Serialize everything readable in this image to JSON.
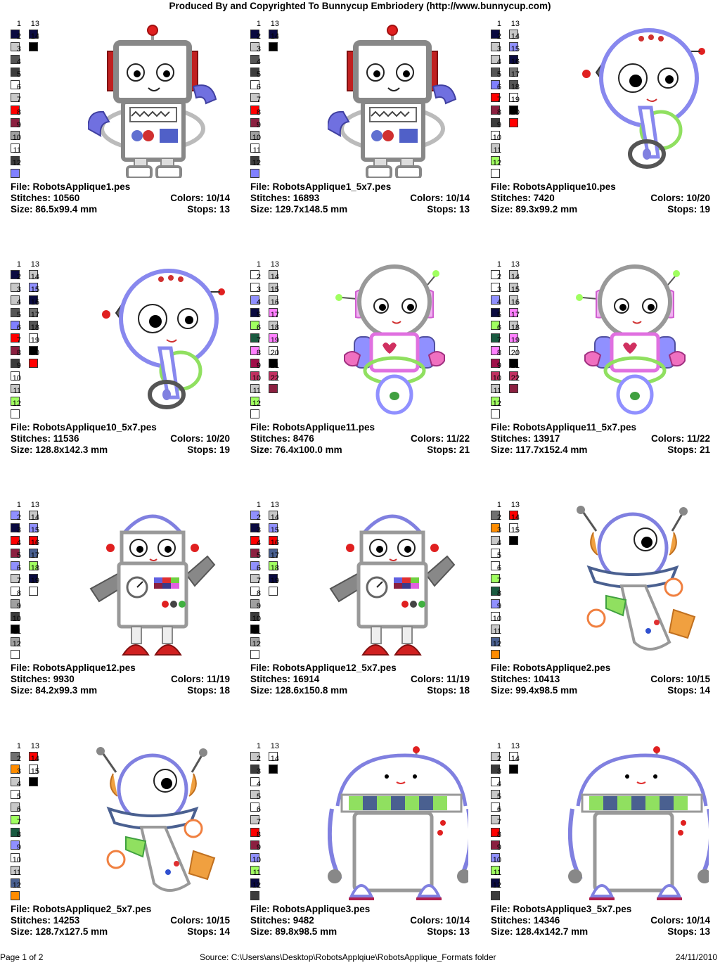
{
  "header": "Produced By and Copyrighted To Bunnycup Embriodery (http://www.bunnycup.com)",
  "footer": {
    "page": "Page 1 of 2",
    "source": "Source: C:\\Users\\ans\\Desktop\\RobotsApplqiue\\RobotsApplique_Formats folder",
    "date": "24/11/2010"
  },
  "labels": {
    "file": "File: ",
    "stitches": "Stitches: ",
    "size": "Size: ",
    "colors": "Colors: ",
    "stops": "Stops: "
  },
  "designs": [
    {
      "file": "RobotsApplique1.pes",
      "stitches": "10560",
      "size": "86.5x99.4 mm",
      "colors": "10/14",
      "stops": "13",
      "robot": "boxbot",
      "palette": [
        "#0a0a40",
        "#c8c8c8",
        "#555555",
        "#3c3c3c",
        "#ffffff",
        "#c8c8c8",
        "#ff0000",
        "#8b2040",
        "#a0a0a0",
        "#ffffff",
        "#3c3c3c",
        "#8080ff",
        "#0a0a40",
        "#000000"
      ]
    },
    {
      "file": "RobotsApplique1_5x7.pes",
      "stitches": "16893",
      "size": "129.7x148.5 mm",
      "colors": "10/14",
      "stops": "13",
      "robot": "boxbot",
      "palette": [
        "#0a0a40",
        "#c8c8c8",
        "#555555",
        "#3c3c3c",
        "#ffffff",
        "#c8c8c8",
        "#ff0000",
        "#8b2040",
        "#a0a0a0",
        "#ffffff",
        "#3c3c3c",
        "#8080ff",
        "#0a0a40",
        "#000000"
      ]
    },
    {
      "file": "RobotsApplique10.pes",
      "stitches": "7420",
      "size": "89.3x99.2 mm",
      "colors": "10/20",
      "stops": "19",
      "robot": "roundbot",
      "palette": [
        "#0a0a40",
        "#c8c8c8",
        "#c8c8c8",
        "#555555",
        "#8080ff",
        "#ff0000",
        "#8b2040",
        "#3c3c3c",
        "#ffffff",
        "#c8c8c8",
        "#a0ff60",
        "#ffffff",
        "#c8c8c8",
        "#9090ff",
        "#0a0a40",
        "#707070",
        "#555555",
        "#ffffff",
        "#000000",
        "#ff0000"
      ]
    },
    {
      "file": "RobotsApplique10_5x7.pes",
      "stitches": "11536",
      "size": "128.8x142.3 mm",
      "colors": "10/20",
      "stops": "19",
      "robot": "roundbot",
      "palette": [
        "#0a0a40",
        "#c8c8c8",
        "#c8c8c8",
        "#555555",
        "#8080ff",
        "#ff0000",
        "#8b2040",
        "#3c3c3c",
        "#ffffff",
        "#c8c8c8",
        "#a0ff60",
        "#ffffff",
        "#c8c8c8",
        "#9090ff",
        "#0a0a40",
        "#707070",
        "#555555",
        "#ffffff",
        "#000000",
        "#ff0000"
      ]
    },
    {
      "file": "RobotsApplique11.pes",
      "stitches": "8476",
      "size": "76.4x100.0 mm",
      "colors": "11/22",
      "stops": "21",
      "robot": "girlbot",
      "palette": [
        "#ffffff",
        "#ffffff",
        "#9090ff",
        "#0a0a40",
        "#a0ff60",
        "#1a5a40",
        "#ff80ff",
        "#a0104a",
        "#c03060",
        "#c8c8c8",
        "#a0ff60",
        "#ffffff",
        "#c8c8c8",
        "#c8c8c8",
        "#c8c8c8",
        "#ff80ff",
        "#c8c8c8",
        "#ff80ff",
        "#ffffff",
        "#000000",
        "#c03060",
        "#8b2040"
      ]
    },
    {
      "file": "RobotsApplique11_5x7.pes",
      "stitches": "13917",
      "size": "117.7x152.4 mm",
      "colors": "11/22",
      "stops": "21",
      "robot": "girlbot",
      "palette": [
        "#ffffff",
        "#ffffff",
        "#9090ff",
        "#0a0a40",
        "#a0ff60",
        "#1a5a40",
        "#ff80ff",
        "#a0104a",
        "#c03060",
        "#c8c8c8",
        "#a0ff60",
        "#ffffff",
        "#c8c8c8",
        "#c8c8c8",
        "#c8c8c8",
        "#ff80ff",
        "#c8c8c8",
        "#ff80ff",
        "#ffffff",
        "#000000",
        "#c03060",
        "#8b2040"
      ]
    },
    {
      "file": "RobotsApplique12.pes",
      "stitches": "9930",
      "size": "84.2x99.3 mm",
      "colors": "11/19",
      "stops": "18",
      "robot": "domebot",
      "palette": [
        "#9090ff",
        "#0a0a40",
        "#ff0000",
        "#8b2040",
        "#9090ff",
        "#c8c8c8",
        "#ffffff",
        "#a0a0a0",
        "#3c3c3c",
        "#000000",
        "#a0a0a0",
        "#ffffff",
        "#c8c8c8",
        "#9090ff",
        "#ff0000",
        "#4a6090",
        "#a0ff60",
        "#0a0a40",
        "#ffffff"
      ]
    },
    {
      "file": "RobotsApplique12_5x7.pes",
      "stitches": "16914",
      "size": "128.6x150.8 mm",
      "colors": "11/19",
      "stops": "18",
      "robot": "domebot",
      "palette": [
        "#9090ff",
        "#0a0a40",
        "#ff0000",
        "#8b2040",
        "#9090ff",
        "#c8c8c8",
        "#ffffff",
        "#a0a0a0",
        "#3c3c3c",
        "#000000",
        "#a0a0a0",
        "#ffffff",
        "#c8c8c8",
        "#9090ff",
        "#ff0000",
        "#4a6090",
        "#a0ff60",
        "#0a0a40",
        "#ffffff"
      ]
    },
    {
      "file": "RobotsApplique2.pes",
      "stitches": "10413",
      "size": "99.4x98.5 mm",
      "colors": "10/15",
      "stops": "14",
      "robot": "rocketbot",
      "palette": [
        "#707070",
        "#ff8c00",
        "#c8c8c8",
        "#ffffff",
        "#ffffff",
        "#a0ff60",
        "#1a5a40",
        "#9090ff",
        "#ffffff",
        "#c8c8c8",
        "#4a6090",
        "#ff8c00",
        "#ff0000",
        "#ffffff",
        "#000000"
      ]
    },
    {
      "file": "RobotsApplique2_5x7.pes",
      "stitches": "14253",
      "size": "128.7x127.5 mm",
      "colors": "10/15",
      "stops": "14",
      "robot": "rocketbot",
      "palette": [
        "#707070",
        "#ff8c00",
        "#c8c8c8",
        "#ffffff",
        "#c8c8c8",
        "#a0ff60",
        "#1a5a40",
        "#9090ff",
        "#ffffff",
        "#c8c8c8",
        "#4a6090",
        "#ff8c00",
        "#ff0000",
        "#ffffff",
        "#000000"
      ]
    },
    {
      "file": "RobotsApplique3.pes",
      "stitches": "9482",
      "size": "89.8x98.5 mm",
      "colors": "10/14",
      "stops": "13",
      "robot": "scarfbot",
      "palette": [
        "#c8c8c8",
        "#3c3c3c",
        "#ffffff",
        "#c8c8c8",
        "#ffffff",
        "#c8c8c8",
        "#ff0000",
        "#8b2040",
        "#9090ff",
        "#a0ff60",
        "#0a0a40",
        "#3c3c3c",
        "#ffffff",
        "#000000"
      ]
    },
    {
      "file": "RobotsApplique3_5x7.pes",
      "stitches": "14346",
      "size": "128.4x142.7 mm",
      "colors": "10/14",
      "stops": "13",
      "robot": "scarfbot",
      "palette": [
        "#c8c8c8",
        "#3c3c3c",
        "#ffffff",
        "#c8c8c8",
        "#ffffff",
        "#c8c8c8",
        "#ff0000",
        "#8b2040",
        "#9090ff",
        "#a0ff60",
        "#0a0a40",
        "#3c3c3c",
        "#ffffff",
        "#000000"
      ]
    }
  ]
}
